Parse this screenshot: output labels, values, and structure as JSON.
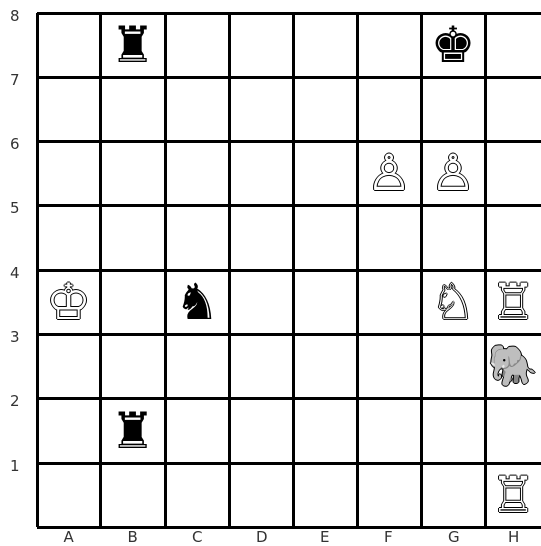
{
  "board": {
    "files": [
      "A",
      "B",
      "C",
      "D",
      "E",
      "F",
      "G",
      "H"
    ],
    "ranks": [
      "8",
      "7",
      "6",
      "5",
      "4",
      "3",
      "2",
      "1"
    ],
    "pieces": [
      {
        "square": "B8",
        "color": "black",
        "type": "rook",
        "icon": "black-rook-icon",
        "glyph": "♜"
      },
      {
        "square": "G8",
        "color": "black",
        "type": "king",
        "icon": "black-king-icon",
        "glyph": "♚"
      },
      {
        "square": "F6",
        "color": "white",
        "type": "pawn",
        "icon": "white-pawn-icon",
        "glyph": "♙"
      },
      {
        "square": "G6",
        "color": "white",
        "type": "pawn",
        "icon": "white-pawn-icon",
        "glyph": "♙"
      },
      {
        "square": "A4",
        "color": "white",
        "type": "king",
        "icon": "white-king-icon",
        "glyph": "♔"
      },
      {
        "square": "C4",
        "color": "black",
        "type": "knight",
        "icon": "black-knight-icon",
        "glyph": "♞"
      },
      {
        "square": "G4",
        "color": "white",
        "type": "knight",
        "icon": "white-knight-icon",
        "glyph": "♘"
      },
      {
        "square": "H4",
        "color": "white",
        "type": "rook",
        "icon": "white-rook-icon",
        "glyph": "♖"
      },
      {
        "square": "H3",
        "color": "white",
        "type": "elephant",
        "icon": "white-elephant-icon",
        "glyph": "🐘"
      },
      {
        "square": "B2",
        "color": "black",
        "type": "rook",
        "icon": "black-rook-icon",
        "glyph": "♜"
      },
      {
        "square": "H1",
        "color": "white",
        "type": "rook",
        "icon": "white-rook-icon",
        "glyph": "♖"
      }
    ],
    "colors": {
      "light_square": "#ffffff",
      "grid_line": "#000000",
      "label": "#333333"
    }
  }
}
